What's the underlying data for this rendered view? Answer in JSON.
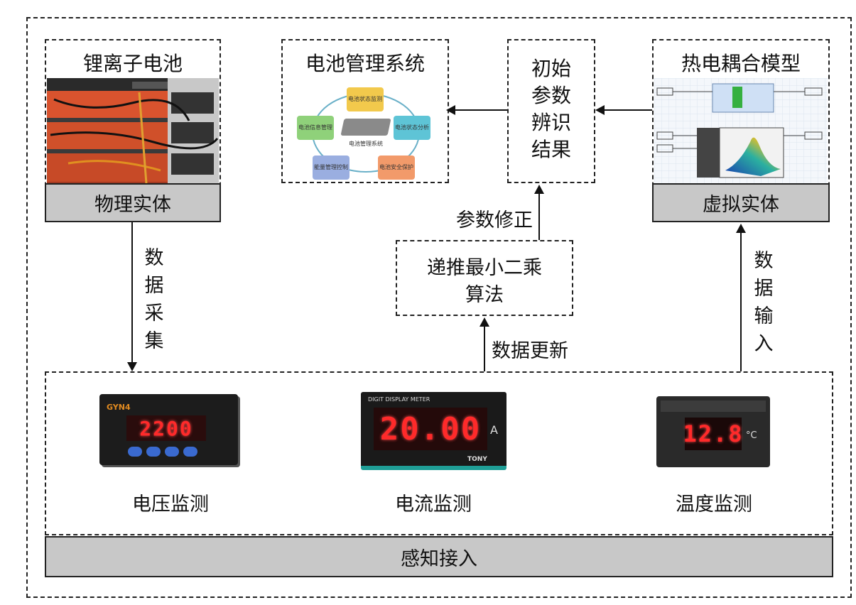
{
  "physical": {
    "title": "锂离子电池",
    "bar_label": "物理实体"
  },
  "bms": {
    "title": "电池管理系统",
    "center_label": "电池管理系统",
    "nodes": [
      "电池状态监测",
      "电池状态分析",
      "电池安全保护",
      "能量管理控制",
      "电池信息管理"
    ]
  },
  "init_params": {
    "chars": [
      "初",
      "始",
      "参",
      "数",
      "辨",
      "识",
      "结",
      "果"
    ]
  },
  "virtual": {
    "title": "热电耦合模型",
    "bar_label": "虚拟实体"
  },
  "rls": {
    "line1": "递推最小二乘",
    "line2": "算法"
  },
  "edges": {
    "param_correction": "参数修正",
    "data_update": "数据更新",
    "data_collect": [
      "数",
      "据",
      "采",
      "集"
    ],
    "data_input": [
      "数",
      "据",
      "输",
      "入"
    ]
  },
  "meters": {
    "voltage": {
      "label": "电压监测",
      "brand": "GYN4",
      "reading": "2200"
    },
    "current": {
      "label": "电流监测",
      "header": "DIGIT DISPLAY METER",
      "reading": "20.00",
      "unit": "A",
      "logo": "TONY"
    },
    "temperature": {
      "label": "温度监测",
      "reading": "12.8",
      "unit": "°C"
    }
  },
  "sensing_bar": "感知接入",
  "colors": {
    "bar_gray": "#c8c8c8",
    "led_red": "#ff2a2a",
    "bms_yellow": "#f2c94c",
    "bms_teal": "#5ec4d6",
    "bms_orange": "#f29a6a",
    "bms_blue": "#9aaee0",
    "bms_green": "#8fd17a"
  }
}
